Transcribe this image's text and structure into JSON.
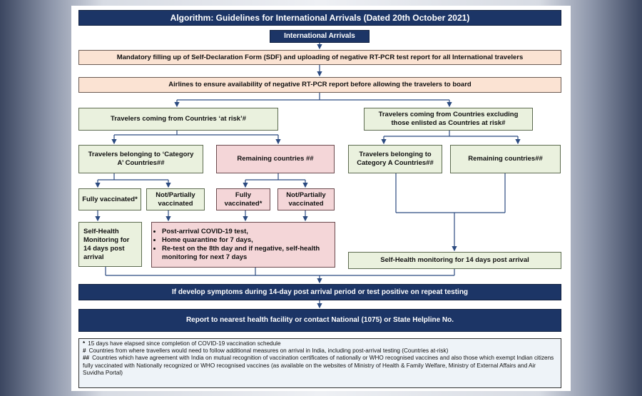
{
  "title": "Algorithm: Guidelines for International Arrivals (Dated 20th October 2021)",
  "start": "International Arrivals",
  "step_sdf": "Mandatory filling up of Self-Declaration Form (SDF) and uploading of negative RT-PCR test report for all International  travelers",
  "step_airlines": "Airlines to ensure availability of negative RT-PCR report before allowing the travelers to board",
  "at_risk": {
    "header": "Travelers coming from Countries ‘at risk’#",
    "category_a": "Travelers belonging to ‘Category A’ Countries##",
    "remaining": "Remaining countries ##",
    "fully_a": "Fully vaccinated*",
    "not_a": "Not/Partially vaccinated",
    "fully_r": "Fully vaccinated*",
    "not_r": "Not/Partially vaccinated",
    "self_health": "Self-Health Monitoring for 14 days post arrival",
    "measures": [
      "Post-arrival COVID-19 test,",
      "Home quarantine for 7 days,",
      "Re-test on the 8th day and if negative, self-health monitoring for next 7 days"
    ]
  },
  "not_at_risk": {
    "header": "Travelers coming from Countries excluding those enlisted as Countries at risk#",
    "category_a": "Travelers belonging to Category A Countries##",
    "remaining": "Remaining countries##",
    "self_health": "Self-Health monitoring for 14 days post arrival"
  },
  "symptoms": "If develop symptoms during 14-day post arrival period or test positive on repeat testing",
  "report": "Report to nearest health facility or contact National (1075) or State Helpline No.",
  "footnotes": [
    {
      "sym": "*",
      "text": "15 days have elapsed since completion of COVID-19 vaccination schedule"
    },
    {
      "sym": "#",
      "text": "Countries from where travellers would need to follow additional measures on arrival in India, including post-arrival testing (Countries at-risk)"
    },
    {
      "sym": "##",
      "text": "Countries which have agreement with India on mutual recognition of vaccination certificates of nationally or WHO recognised vaccines and also those which exempt Indian citizens fully vaccinated with Nationally recognized or WHO recognised vaccines (as available on the websites of Ministry of Health & Family Welfare, Ministry of External Affairs and Air Suvidha Portal)"
    }
  ],
  "colors": {
    "navy": "#1c3566",
    "peach": "#fbe3d3",
    "green": "#eaf1de",
    "pink": "#f4d6d8",
    "connector": "#2b4a80"
  }
}
